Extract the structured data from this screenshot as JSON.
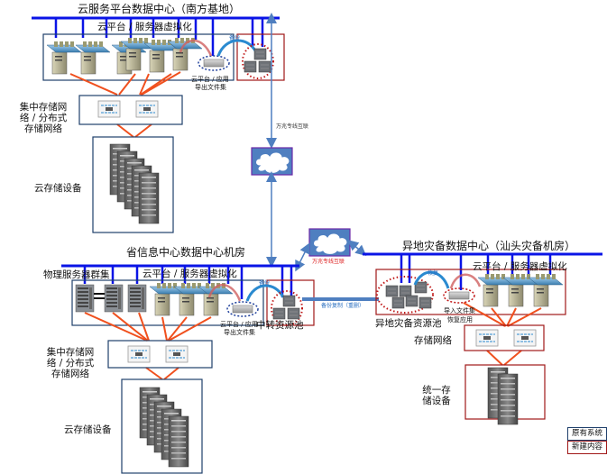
{
  "colors": {
    "bus": "#0a14e6",
    "existing_border": "#1f3f6b",
    "new_border": "#a01818",
    "cable": "#f0501e",
    "link": "#4f7fc0",
    "cloud_fill": "#4f7fc0",
    "cloud_border": "#6a2aa8"
  },
  "south_dc": {
    "title": "云服务平台数据中心（南方基地）",
    "virt_label": "云平台 / 服务器虚拟化",
    "backup_label": "备份",
    "export_label_1": "云平台 / 应用",
    "export_label_2": "导出文件集",
    "storage_net_label_1": "集中存储网",
    "storage_net_label_2": "络 / 分布式",
    "storage_net_label_3": "存储网络",
    "storage_label": "云存储设备"
  },
  "wan": {
    "link_label_1": "万兆专线互联",
    "link_label_2": "万兆专线互联"
  },
  "province_dc": {
    "title": "省信息中心数据中心机房",
    "physical_label": "物理服务器群集",
    "virt_label": "云平台 / 服务器虚拟化",
    "backup_label": "备份",
    "export_label_1": "云平台 / 应用",
    "export_label_2": "导出文件集",
    "transfer_pool_label": "中转资源池",
    "replication_label": "备份复制（重删）",
    "storage_net_label_1": "集中存储网",
    "storage_net_label_2": "络 / 分布式",
    "storage_net_label_3": "存储网络",
    "storage_label": "云存储设备"
  },
  "dr_dc": {
    "title": "异地灾备数据中心（汕头灾备机房）",
    "virt_label": "云平台 / 服务器虚拟化",
    "restore_label": "恢复",
    "dr_pool_label": "异地灾备资源池",
    "import_label_1": "导入文件集",
    "import_label_2": "恢复应用",
    "storage_net_label": "存储网络",
    "storage_label_1": "统一存",
    "storage_label_2": "储设备"
  },
  "legend": {
    "existing": "原有系统",
    "new": "新建内容"
  }
}
